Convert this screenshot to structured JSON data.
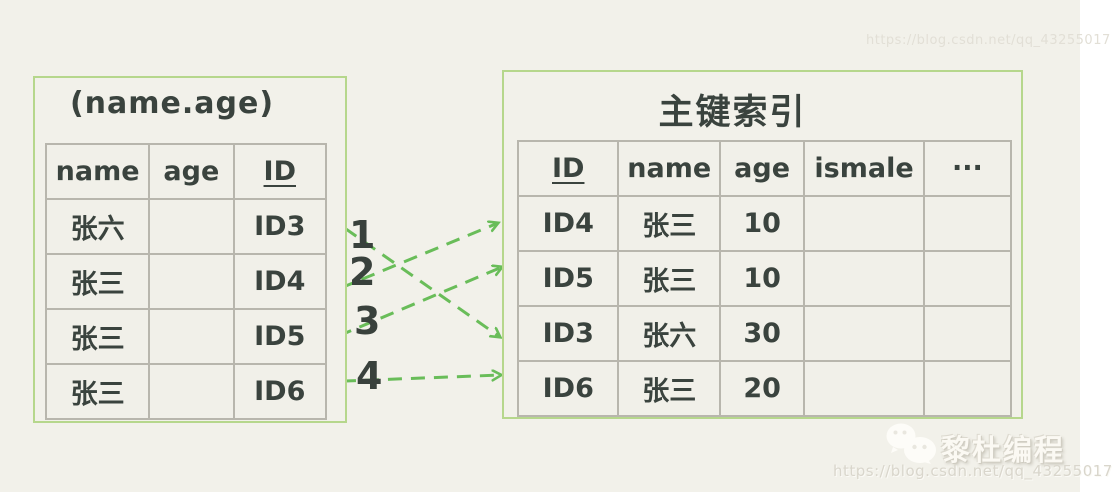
{
  "canvas": {
    "background": "#f2f1ea"
  },
  "colors": {
    "panel_border_green": "#b6d78c",
    "table_border_gray": "#b8b6ad",
    "ink_text": "#3a433e",
    "arrow_green": "#69bd59",
    "watermark_gray": "#d9d6cc"
  },
  "secondary_index": {
    "title": "(name.age)",
    "key_column": "ID",
    "columns": [
      "name",
      "age",
      "ID"
    ],
    "rows": [
      [
        "张六",
        "",
        "ID3"
      ],
      [
        "张三",
        "",
        "ID4"
      ],
      [
        "张三",
        "",
        "ID5"
      ],
      [
        "张三",
        "",
        "ID6"
      ]
    ]
  },
  "primary_index": {
    "title": "主键索引",
    "key_column": "ID",
    "columns": [
      "ID",
      "name",
      "age",
      "ismale",
      "···"
    ],
    "rows": [
      [
        "ID4",
        "张三",
        "10",
        "",
        ""
      ],
      [
        "ID5",
        "张三",
        "10",
        "",
        ""
      ],
      [
        "ID3",
        "张六",
        "30",
        "",
        ""
      ],
      [
        "ID6",
        "张三",
        "20",
        "",
        ""
      ]
    ]
  },
  "sequence_labels": [
    "1",
    "2",
    "3",
    "4"
  ],
  "arrows": [
    {
      "order": "1",
      "from_id": "ID3",
      "from_left_row": 1,
      "to_right_row": 3
    },
    {
      "order": "2",
      "from_id": "ID4",
      "from_left_row": 2,
      "to_right_row": 1
    },
    {
      "order": "3",
      "from_id": "ID5",
      "from_left_row": 3,
      "to_right_row": 2
    },
    {
      "order": "4",
      "from_id": "ID6",
      "from_left_row": 4,
      "to_right_row": 4
    }
  ],
  "watermarks": {
    "top_url": "https://blog.csdn.net/qq_43255017",
    "brand": "黎杜编程",
    "bottom_url": "https://blog.csdn.net/qq_43255017",
    "icon": "wechat-icon"
  }
}
